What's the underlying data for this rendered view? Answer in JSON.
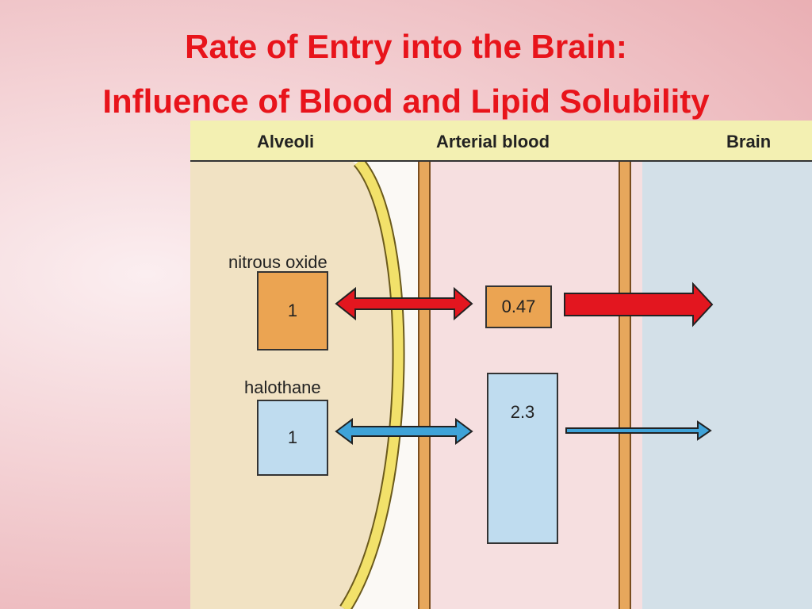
{
  "title": {
    "line1": "Rate of Entry into the Brain:",
    "line2": "Influence of Blood and Lipid Solubility"
  },
  "diagram": {
    "headers": {
      "alveoli": "Alveoli",
      "arterial_blood": "Arterial blood",
      "brain": "Brain"
    },
    "agents": [
      {
        "name": "nitrous oxide",
        "alveolar_value": "1",
        "blood_value": "0.47"
      },
      {
        "name": "halothane",
        "alveolar_value": "1",
        "blood_value": "2.3"
      }
    ],
    "colors": {
      "title": "#e8141b",
      "nitrous_arrow": "#e3161f",
      "halothane_arrow": "#3fa3d8",
      "orange_box": "#eba452",
      "blue_box": "#bfdcef"
    }
  }
}
